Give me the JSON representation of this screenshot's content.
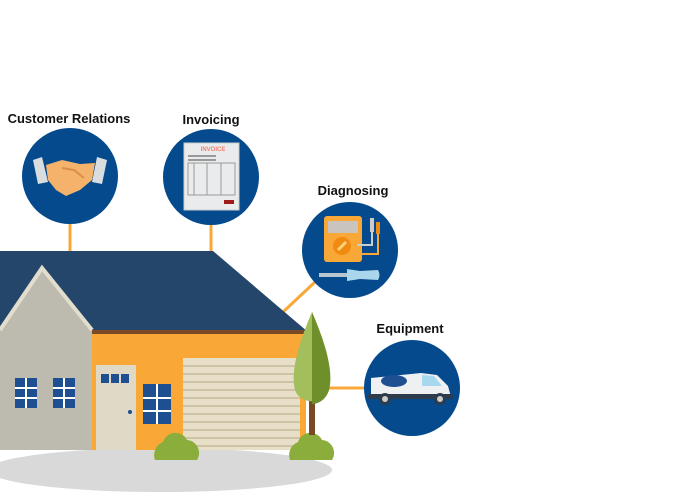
{
  "services": [
    {
      "label": "Customer Relations",
      "icon": "handshake-icon"
    },
    {
      "label": "Invoicing",
      "icon": "invoice-icon",
      "document_title": "INVOICE"
    },
    {
      "label": "Diagnosing",
      "icon": "multimeter-icon"
    },
    {
      "label": "Equipment",
      "icon": "service-van-icon"
    }
  ],
  "colors": {
    "circle": "#044a8c",
    "connector": "#f9a838",
    "roof": "#23466a",
    "wall": "#f9a838",
    "gable": "#bdbbb0",
    "ground": "#d9d9d9",
    "foliage": "#8aad3b"
  }
}
